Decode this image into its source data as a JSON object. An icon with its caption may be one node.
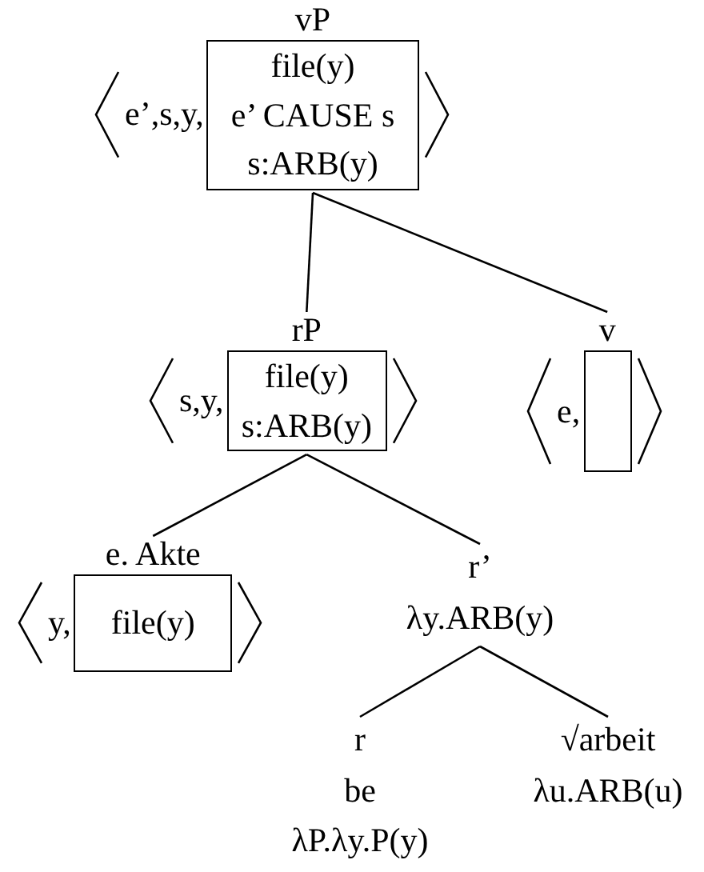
{
  "diagram": {
    "nodes": [
      {
        "text": [
          "vP",
          "e’,s,y,"
        ]
      },
      {
        "text": [
          "file(y)",
          "e’ CAUSE s",
          "s:ARB(y)"
        ],
        "in": 0
      },
      {
        "text": [
          "rP",
          "s,y,"
        ]
      },
      {
        "text": [
          "file(y)",
          "s:ARB(y)"
        ],
        "in": 2
      },
      {
        "text": [
          "v",
          "e,"
        ]
      },
      {
        "text": [],
        "shape": "box",
        "in": 4
      },
      {
        "text": [
          "e. Akte",
          "y,"
        ]
      },
      {
        "text": [
          "file(y)"
        ],
        "in": 6
      },
      {
        "text": [
          "r’",
          "λy.ARB(y)"
        ]
      },
      {
        "text": [
          "r",
          "be",
          "λP.λy.P(y)"
        ]
      },
      {
        "text": [
          "√arbeit",
          "λu.ARB(u)"
        ]
      }
    ],
    "edges": [
      {
        "from": 0,
        "to": 2,
        "arrow": "none"
      },
      {
        "from": 0,
        "to": 4,
        "arrow": "none"
      },
      {
        "from": 2,
        "to": 6,
        "arrow": "none"
      },
      {
        "from": 2,
        "to": 8,
        "arrow": "none"
      },
      {
        "from": 8,
        "to": 9,
        "arrow": "none"
      },
      {
        "from": 8,
        "to": 10,
        "arrow": "none"
      }
    ]
  }
}
